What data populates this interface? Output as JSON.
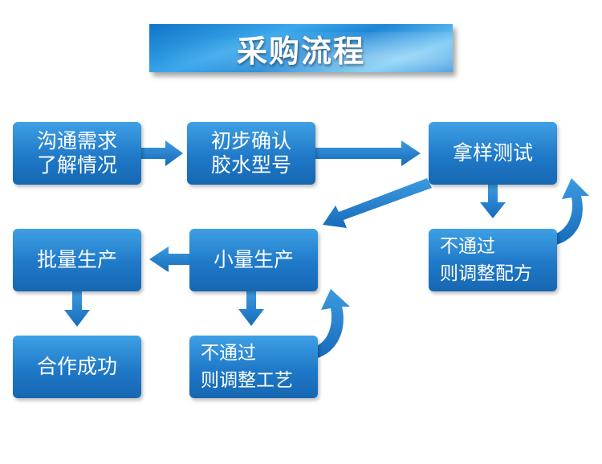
{
  "title": "采购流程",
  "steps": {
    "communicate": {
      "line1": "沟通需求",
      "line2": "了解情况"
    },
    "confirm": {
      "line1": "初步确认",
      "line2": "胶水型号"
    },
    "sample": {
      "line1": "拿样测试"
    },
    "sample_fail": {
      "line1": "不通过",
      "line2": "则调整配方"
    },
    "small_batch": {
      "line1": "小量生产"
    },
    "small_fail": {
      "line1": "不通过",
      "line2": "则调整工艺"
    },
    "mass": {
      "line1": "批量生产"
    },
    "success": {
      "line1": "合作成功"
    }
  },
  "colors": {
    "box": "#1f79c8",
    "arrow": "#1b6fc0"
  }
}
